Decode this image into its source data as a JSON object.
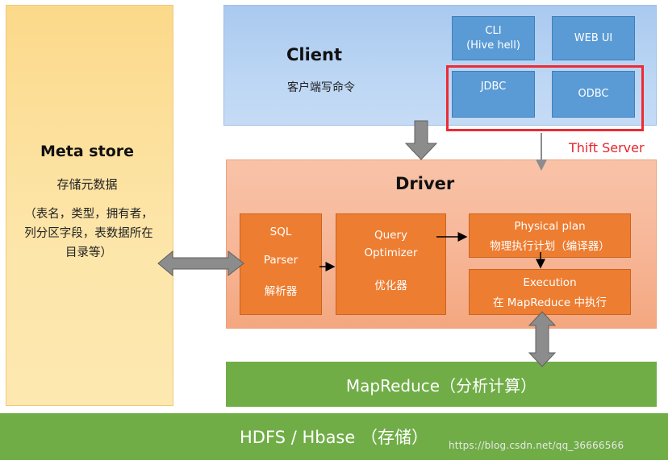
{
  "meta_store": {
    "title": "Meta store",
    "subtitle": "存储元数据",
    "desc_line1": "（表名，类型，拥有者，",
    "desc_line2": "列分区字段，表数据所在",
    "desc_line3": "目录等）"
  },
  "client": {
    "title": "Client",
    "subtitle": "客户端写命令",
    "cli_line1": "CLI",
    "cli_line2": "(Hive hell)",
    "webui": "WEB UI",
    "jdbc": "JDBC",
    "odbc": "ODBC"
  },
  "thift_server": "Thift Server",
  "driver": {
    "title": "Driver",
    "sql_line1": "SQL",
    "sql_line2": "Parser",
    "sql_line3": "解析器",
    "query_line1": "Query",
    "query_line2": "Optimizer",
    "query_line3": "优化器",
    "physical_line1": "Physical plan",
    "physical_line2": "物理执行计划（编译器）",
    "execution_line1": "Execution",
    "execution_line2": "在 MapReduce 中执行"
  },
  "mapreduce": "MapReduce（分析计算）",
  "hdfs": "HDFS / Hbase （存储）",
  "watermark": "https://blog.csdn.net/qq_36666566"
}
